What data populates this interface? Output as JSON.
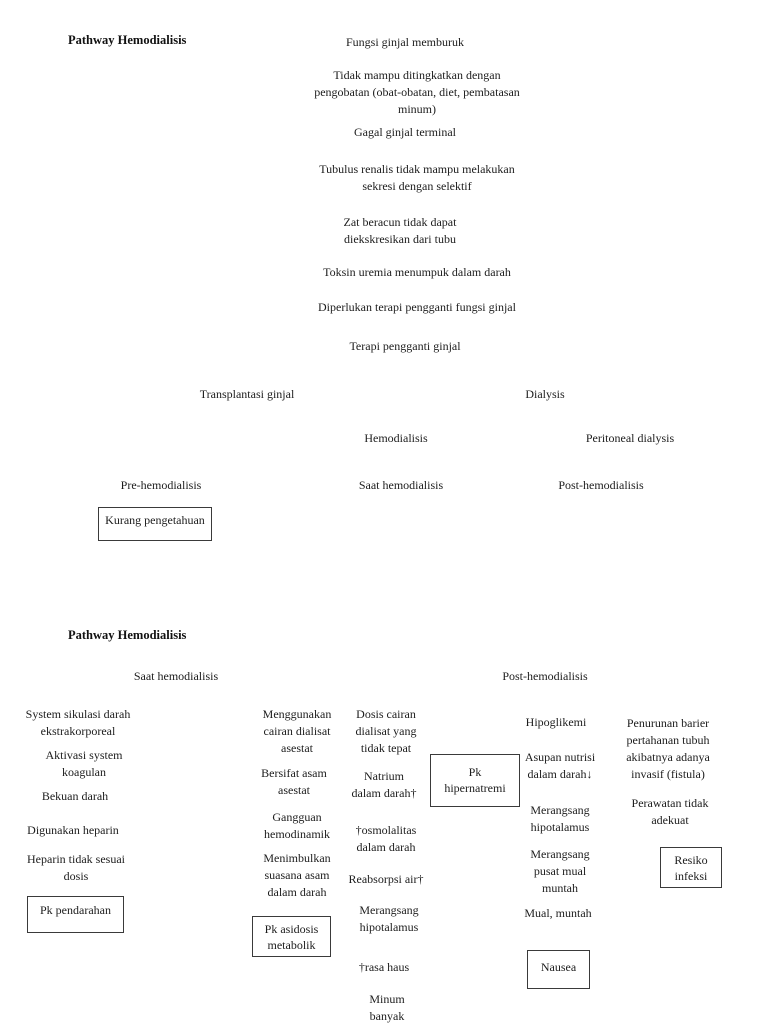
{
  "accent_colors": {
    "page_bg": "#ffffff",
    "text": "#1c1c1c",
    "box_border": "#3a3a3a"
  },
  "page1": {
    "title": "Pathway Hemodialisis",
    "fungsi_memburuk": "Fungsi ginjal memburuk",
    "tidak_mampu": "Tidak mampu ditingkatkan dengan\npengobatan (obat-obatan, diet, pembatasan\nminum)",
    "gagal_terminal": "Gagal ginjal terminal",
    "tubulus": "Tubulus renalis tidak mampu melakukan\nsekresi dengan selektif",
    "zat_beracun": "Zat beracun tidak dapat\ndiekskresikan dari tubu",
    "toksin": "Toksin uremia menumpuk dalam darah",
    "diperlukan": "Diperlukan terapi pengganti fungsi ginjal",
    "terapi_pengganti": "Terapi pengganti ginjal",
    "transplantasi": "Transplantasi ginjal",
    "dialysis": "Dialysis",
    "hemodialisis": "Hemodialisis",
    "peritoneal": "Peritoneal dialysis",
    "pre_hd": "Pre-hemodialisis",
    "saat_hd": "Saat hemodialisis",
    "post_hd": "Post-hemodialisis",
    "box_kurang": "Kurang pengetahuan"
  },
  "page2": {
    "title": "Pathway Hemodialisis",
    "header_saat": "Saat hemodialisis",
    "header_post": "Post-hemodialisis",
    "sirkulasi": "System sikulasi darah\nekstrakorporeal",
    "aktivasi": "Aktivasi system\nkoagulan",
    "bekuan": "Bekuan darah",
    "digunakan_heparin": "Digunakan heparin",
    "heparin_dosis": "Heparin tidak sesuai\ndosis",
    "box_pendarahan": "Pk pendarahan",
    "menggunakan": "Menggunakan\ncairan dialisat\nasestat",
    "bersifat": "Bersifat asam\nasestat",
    "gangguan": "Gangguan\nhemodinamik",
    "menimbulkan": "Menimbulkan\nsuasana asam\ndalam darah",
    "box_asidosis": "Pk asidosis\nmetabolik",
    "dosis_cairan": "Dosis cairan\ndialisat yang\ntidak tepat",
    "natrium": "Natrium\ndalam darah†",
    "osmolalitas": "†osmolalitas\ndalam darah",
    "reabsorpsi": "Reabsorpsi air†",
    "merangsang_hipotalamus_1": "Merangsang\nhipotalamus",
    "rasa_haus": "†rasa haus",
    "minum_banyak": "Minum\nbanyak",
    "box_hipernatremi": "Pk\nhipernatremi",
    "hipoglikemi": "Hipoglikemi",
    "asupan": "Asupan nutrisi\ndalam darah↓",
    "merangsang_hipotalamus_2": "Merangsang\nhipotalamus",
    "merangsang_mual": "Merangsang\npusat mual\nmuntah",
    "mual_muntah": "Mual, muntah",
    "box_nausea": "Nausea",
    "penurunan_barier": "Penurunan barier\npertahanan tubuh\nakibatnya adanya\ninvasif (fistula)",
    "perawatan": "Perawatan tidak\nadekuat",
    "box_resiko": "Resiko\ninfeksi"
  }
}
